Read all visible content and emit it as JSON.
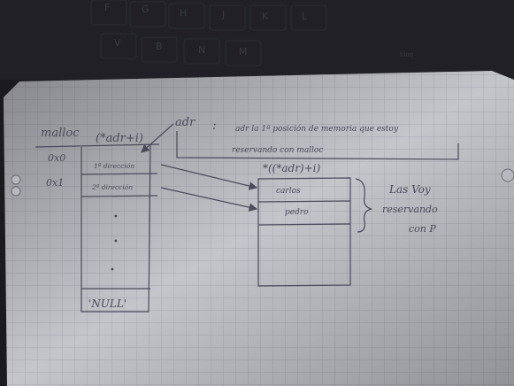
{
  "keyboard": {
    "keys": [
      "F",
      "G",
      "H",
      "J",
      "K",
      "L",
      "V",
      "B",
      "N",
      "M"
    ],
    "label": "bloq"
  },
  "note": {
    "malloc_label": "malloc",
    "pointer_expr": "(*adr+i)",
    "adr_label": "adr",
    "colon": ":",
    "definition_line1": "adr   la   1ª posición  de  memoria  que   estoy",
    "definition_line2": "reservando   con  malloc",
    "address_labels": [
      "0x0",
      "0x1"
    ],
    "pointer_cells": [
      "1ª dirección",
      "2ª dirección"
    ],
    "dots": [
      "•",
      "•",
      "•"
    ],
    "null_cell": "'NULL'",
    "string_expr": "*((*adr)+i)",
    "string_cells": [
      "carlos",
      "pedro"
    ],
    "brace_note": [
      "Las Voy",
      "reservando",
      "con P"
    ]
  }
}
